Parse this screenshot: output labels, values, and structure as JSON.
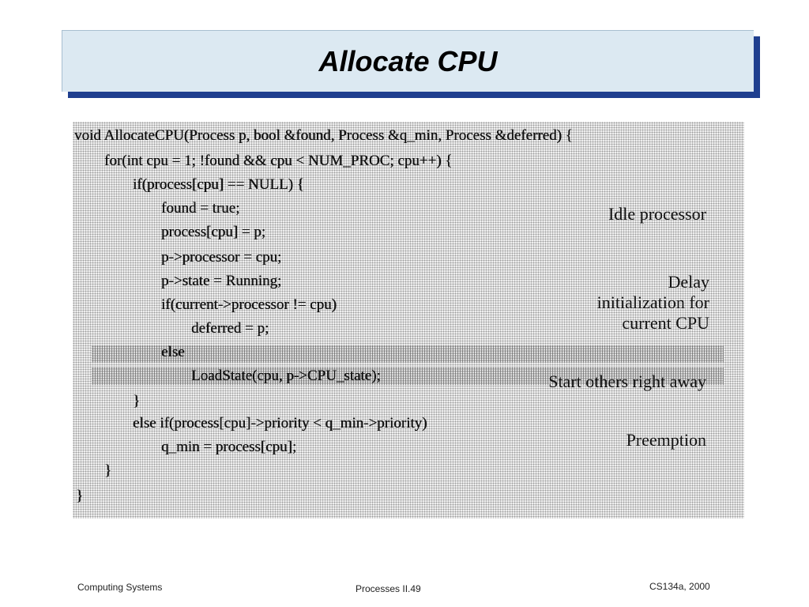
{
  "slide": {
    "title": "Allocate CPU"
  },
  "code": {
    "lines": [
      "void AllocateCPU(Process p, bool &found, Process &q_min, Process &deferred) {",
      "for(int cpu = 1; !found && cpu < NUM_PROC; cpu++) {",
      "if(process[cpu] == NULL) {",
      "found = true;",
      "process[cpu] = p;",
      "p->processor = cpu;",
      "p->state = Running;",
      "if(current->processor != cpu)",
      "deferred = p;",
      "else",
      "LoadState(cpu, p->CPU_state);",
      "}",
      "else if(process[cpu]->priority < q_min->priority)",
      "q_min = process[cpu];",
      "}",
      "}"
    ]
  },
  "notes": {
    "idle": "Idle processor",
    "delay": "Delay\ninitialization for\ncurrent CPU",
    "start": "Start others right away",
    "preemption": "Preemption"
  },
  "footer": {
    "left": "Computing Systems",
    "center": "Processes II.49",
    "right": "CS134a, 2000"
  }
}
